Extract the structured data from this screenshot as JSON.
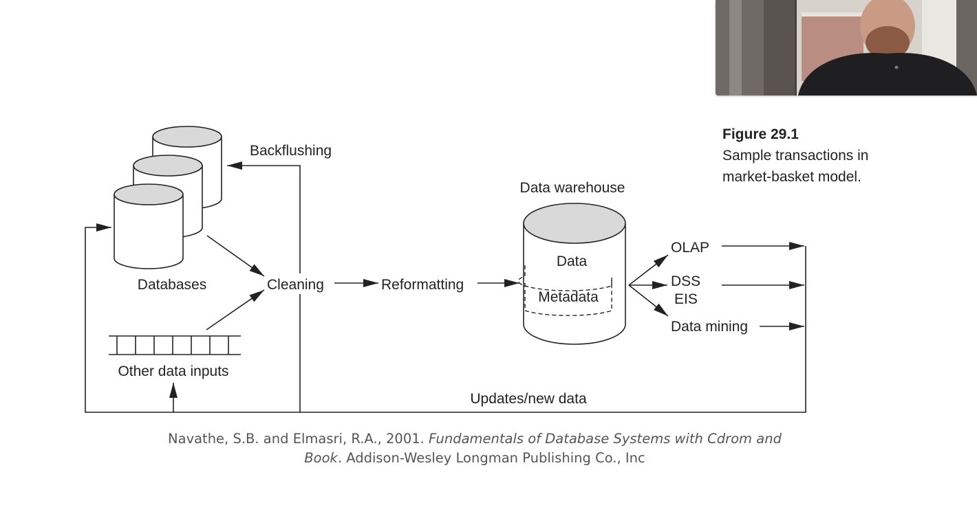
{
  "diagram": {
    "sources": {
      "databases_label": "Databases",
      "other_inputs_label": "Other data inputs"
    },
    "process": {
      "backflushing": "Backflushing",
      "cleaning": "Cleaning",
      "reformatting": "Reformatting"
    },
    "warehouse": {
      "title": "Data warehouse",
      "data_label": "Data",
      "metadata_label": "Metadata"
    },
    "outputs": {
      "olap": "OLAP",
      "dss": "DSS",
      "eis": "EIS",
      "data_mining": "Data mining"
    },
    "feedback_label": "Updates/new data"
  },
  "caption": {
    "title": "Figure 29.1",
    "text": "Sample transactions in market-basket model."
  },
  "citation": {
    "authors": "Navathe, S.B. and Elmasri, R.A., 2001. ",
    "book_title_part1": "Fundamentals of Database Systems with Cdrom and",
    "book_title_part2": "Book",
    "publisher": ". Addison-Wesley Longman Publishing Co., Inc"
  },
  "video_overlay": {
    "icon": "person-icon"
  },
  "colors": {
    "line": "#222222",
    "cylinder_top": "#d9d9d9",
    "citation_text": "#555555"
  }
}
